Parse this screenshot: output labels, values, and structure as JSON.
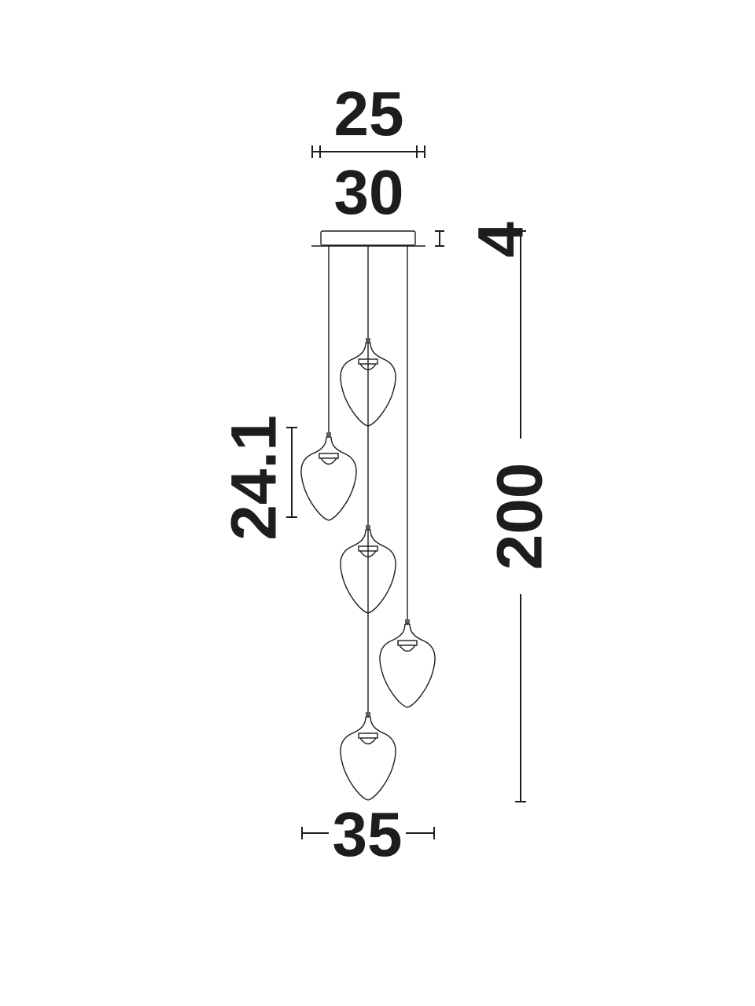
{
  "dimensions": {
    "canopy_inner_width": "25",
    "canopy_outer_width": "30",
    "canopy_height": "4",
    "total_height": "200",
    "shade_height": "24.1",
    "overall_width": "35"
  },
  "colors": {
    "ink": "#1d1d1b",
    "background": "#ffffff"
  },
  "pendant_count": 5
}
